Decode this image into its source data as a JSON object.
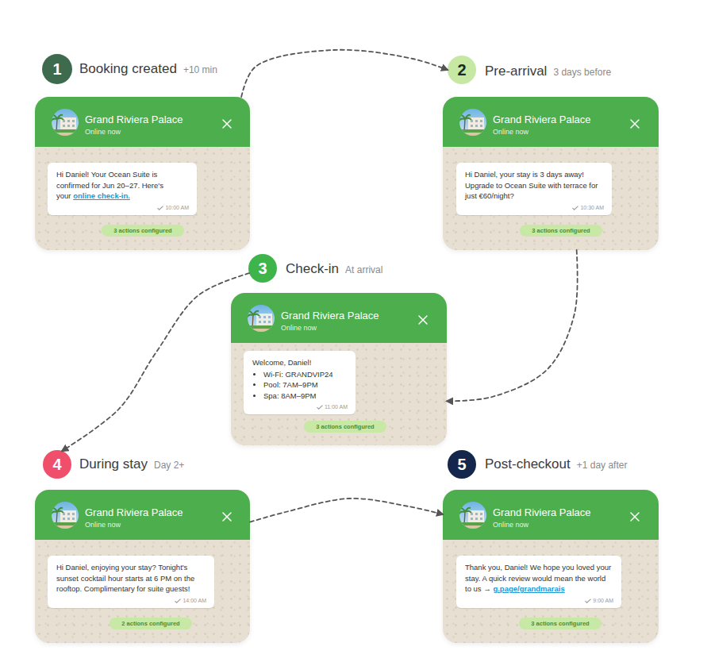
{
  "diagram": {
    "nodes": [
      {
        "text": [
          "1"
        ]
      },
      {
        "text": [
          "Booking created",
          "+10 min"
        ]
      },
      {
        "text": [
          "Grand Riviera Palace",
          "Online now"
        ],
        "in": 1
      },
      {
        "text": [
          "Hi Daniel! Your Ocean Suite is confirmed for Jun 20–27. Here's your",
          "online check-in.",
          "10:00 AM"
        ],
        "in": 1
      },
      {
        "text": [
          "3 actions configured"
        ],
        "in": 1
      },
      {
        "text": [
          "2"
        ]
      },
      {
        "text": [
          "Pre-arrival",
          "3 days before"
        ]
      },
      {
        "text": [
          "Grand Riviera Palace",
          "Online now"
        ],
        "in": 6
      },
      {
        "text": [
          "Hi Daniel, your stay is 3 days away! Upgrade to Ocean Suite with terrace for just €60/night?",
          "10:30 AM"
        ],
        "in": 6
      },
      {
        "text": [
          "3 actions configured"
        ],
        "in": 6
      },
      {
        "text": [
          "3"
        ]
      },
      {
        "text": [
          "Check-in",
          "At arrival"
        ]
      },
      {
        "text": [
          "Grand Riviera Palace",
          "Online now"
        ],
        "in": 11
      },
      {
        "text": [
          "Welcome, Daniel!",
          "Wi-Fi: GRANDVIP24",
          "Pool: 7AM–9PM",
          "Spa: 8AM–9PM",
          "11:00 AM"
        ],
        "in": 11
      },
      {
        "text": [
          "3 actions configured"
        ],
        "in": 11
      },
      {
        "text": [
          "4"
        ]
      },
      {
        "text": [
          "During stay",
          "Day 2+"
        ]
      },
      {
        "text": [
          "Grand Riviera Palace",
          "Online now"
        ],
        "in": 16
      },
      {
        "text": [
          "Hi Daniel, enjoying your stay? Tonight's sunset cocktail hour starts at 6 PM on the rooftop. Complimentary for suite guests!",
          "14:00 AM"
        ],
        "in": 16
      },
      {
        "text": [
          "2 actions configured"
        ],
        "in": 16
      },
      {
        "text": [
          "5"
        ]
      },
      {
        "text": [
          "Post-checkout",
          "+1 day after"
        ]
      },
      {
        "text": [
          "Grand Riviera Palace",
          "Online now"
        ],
        "in": 21
      },
      {
        "text": [
          "Thank you, Daniel! We hope you loved your stay. A quick review would mean the world to us →",
          "g.page/grandmarais",
          "9:00 AM"
        ],
        "in": 21
      },
      {
        "text": [
          "3 actions configured"
        ],
        "in": 21
      }
    ],
    "edges": [
      {
        "from": 1,
        "to": 5,
        "arrow": "to"
      },
      {
        "from": 6,
        "to": 11,
        "arrow": "to"
      },
      {
        "from": 10,
        "to": 15,
        "arrow": "to"
      },
      {
        "from": 16,
        "to": 21,
        "arrow": "to"
      }
    ]
  }
}
